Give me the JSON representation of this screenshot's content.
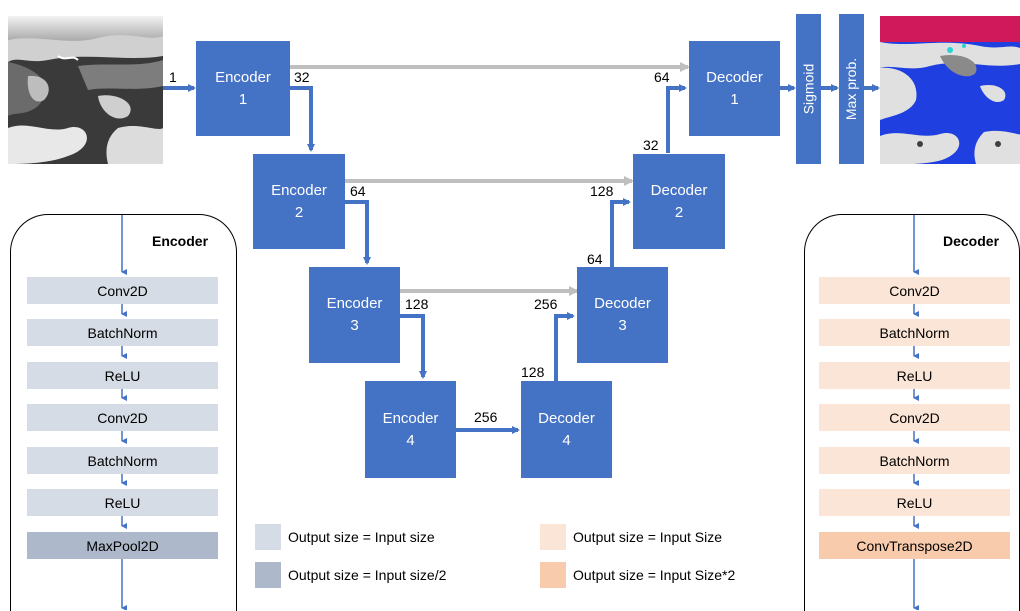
{
  "encoders": [
    {
      "line1": "Encoder",
      "line2": "1"
    },
    {
      "line1": "Encoder",
      "line2": "2"
    },
    {
      "line1": "Encoder",
      "line2": "3"
    },
    {
      "line1": "Encoder",
      "line2": "4"
    }
  ],
  "decoders": [
    {
      "line1": "Decoder",
      "line2": "1"
    },
    {
      "line1": "Decoder",
      "line2": "2"
    },
    {
      "line1": "Decoder",
      "line2": "3"
    },
    {
      "line1": "Decoder",
      "line2": "4"
    }
  ],
  "heads": {
    "sigmoid": "Sigmoid",
    "maxprob": "Max prob."
  },
  "numbers": {
    "input_ch": "1",
    "enc1_out": "32",
    "enc2_out": "64",
    "enc3_out": "128",
    "bottleneck": "256",
    "dec1_skip": "64",
    "dec1_up": "32",
    "dec2_skip": "128",
    "dec2_up": "64",
    "dec3_skip": "256",
    "dec3_up": "128"
  },
  "encoder_panel": {
    "title": "Encoder",
    "layers": [
      "Conv2D",
      "BatchNorm",
      "ReLU",
      "Conv2D",
      "BatchNorm",
      "ReLU",
      "MaxPool2D"
    ]
  },
  "decoder_panel": {
    "title": "Decoder",
    "layers": [
      "Conv2D",
      "BatchNorm",
      "ReLU",
      "Conv2D",
      "BatchNorm",
      "ReLU",
      "ConvTranspose2D"
    ]
  },
  "legend": {
    "same_enc": "Output size = Input size",
    "half": "Output size = Input size/2",
    "same_dec": "Output size = Input Size",
    "double": "Output size = Input Size*2"
  },
  "colors": {
    "block": "#4472c4",
    "skip_arrow": "#bfbfbf",
    "enc_layer": "#d6dce5",
    "enc_pool": "#adb9ca",
    "dec_layer": "#fbe5d6",
    "dec_transpose": "#f8cbad",
    "seg_ice": "#1f3fe0",
    "seg_land": "#e0e0e0",
    "seg_top": "#d0195a"
  }
}
